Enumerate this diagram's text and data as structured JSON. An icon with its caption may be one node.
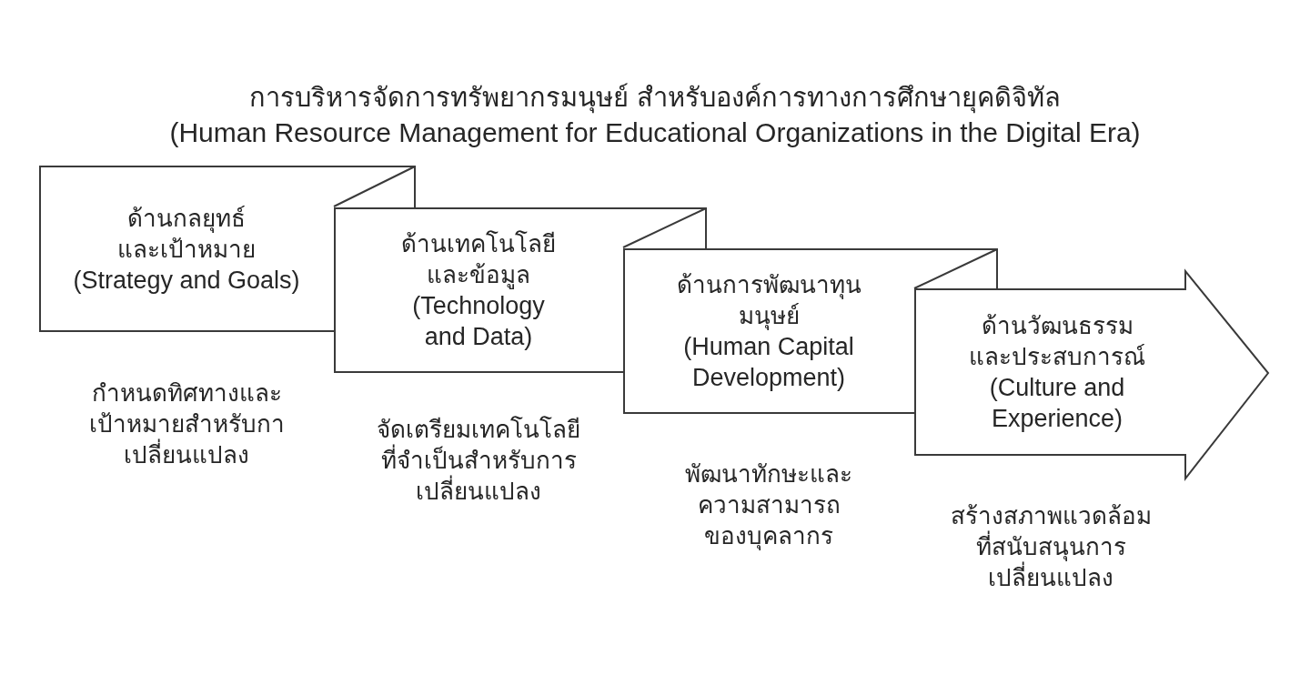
{
  "diagram": {
    "title": "การบริหารจัดการทรัพยากรมนุษย์ สำหรับองค์การทางการศึกษายุคดิจิทัล",
    "nodes": [
      {
        "text": [
          "ด้านกลยุทธ์และเป้าหมาย",
          "(Strategy and Goals)"
        ],
        "beside": [
          "กำหนดทิศทางและเป้าหมายสำหรับกาเปลี่ยนแปลง"
        ]
      },
      {
        "text": [
          "ด้านเทคโนโลยีและข้อมูล",
          "(Technology and Data)"
        ],
        "beside": [
          "จัดเตรียมเทคโนโลยีที่จำเป็นสำหรับการเปลี่ยนแปลง"
        ]
      },
      {
        "text": [
          "ด้านการพัฒนาทุนมนุษย์",
          "(Human Capital Development)"
        ],
        "beside": [
          "พัฒนาทักษะและความสามารถของบุคลากร"
        ]
      },
      {
        "text": [
          "ด้านวัฒนธรรมและประสบการณ์",
          "(Culture and Experience)"
        ],
        "beside": [
          "สร้างสภาพแวดล้อมที่สนับสนุนการเปลี่ยนแปลง"
        ]
      }
    ],
    "labels": [
      "(Human Resource Management for Educational Organizations in the Digital Era)"
    ]
  }
}
